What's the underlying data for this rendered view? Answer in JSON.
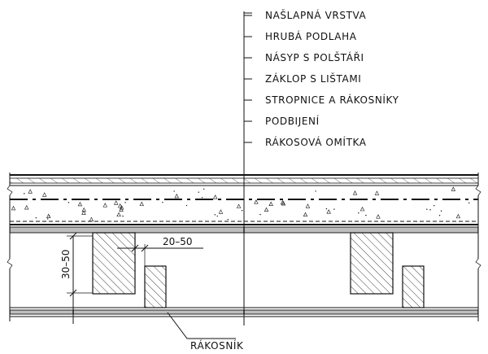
{
  "layers": [
    "NAŠLAPNÁ VRSTVA",
    "HRUBÁ PODLAHA",
    "NÁSYP S POLŠTÁŘI",
    "ZÁKLOP S LIŠTAMI",
    "STROPNICE A RÁKOSNÍKY",
    "PODBIJENÍ",
    "RÁKOSOVÁ OMÍTKA"
  ],
  "dimensions": {
    "vertical": "30–50",
    "horizontal": "20–50"
  },
  "callout": "RÁKOSNÍK"
}
